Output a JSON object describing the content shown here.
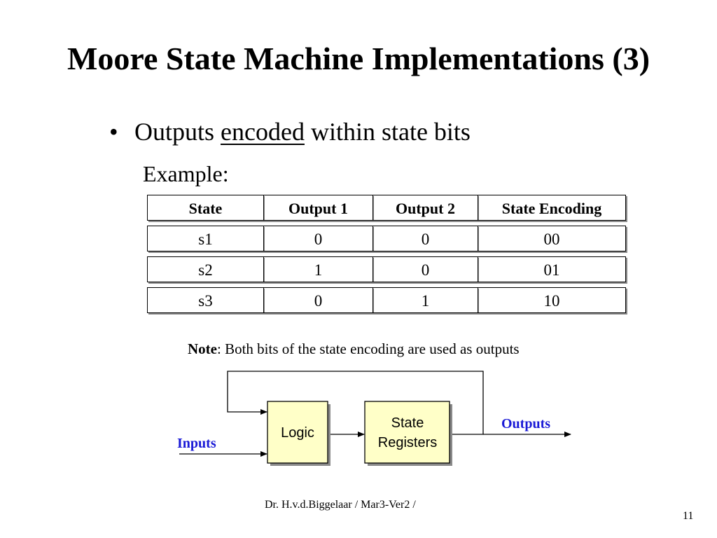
{
  "slide": {
    "title": "Moore State Machine Implementations (3)",
    "bullet": {
      "marker": "•",
      "prefix": "Outputs",
      "emphasis": "encoded",
      "suffix": "within state bits"
    },
    "example_label": "Example:"
  },
  "table": {
    "headers": [
      "State",
      "Output 1",
      "Output 2",
      "State Encoding"
    ],
    "rows": [
      [
        "s1",
        "0",
        "0",
        "00"
      ],
      [
        "s2",
        "1",
        "0",
        "01"
      ],
      [
        "s3",
        "0",
        "1",
        "10"
      ]
    ]
  },
  "note": {
    "label": "Note",
    "text": ": Both bits of the state encoding are used as outputs"
  },
  "diagram": {
    "logic_label": "Logic",
    "registers_label_line1": "State",
    "registers_label_line2": "Registers",
    "inputs_label": "Inputs",
    "outputs_label": "Outputs",
    "block_fill": "#ffffc8",
    "io_color": "#1a1ad6"
  },
  "footer": {
    "author": "Dr. H.v.d.Biggelaar / Mar3-Ver2 /",
    "page_number": "11"
  }
}
